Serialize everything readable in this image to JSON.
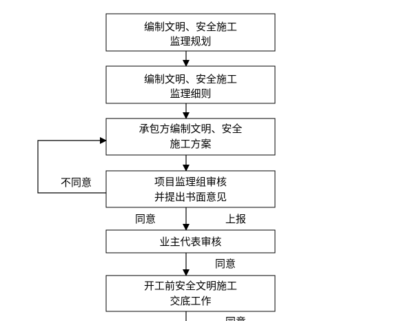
{
  "diagram": {
    "boxes": [
      {
        "id": "plan",
        "lines": [
          "编制文明、安全施工",
          "监理规划"
        ]
      },
      {
        "id": "detail",
        "lines": [
          "编制文明、安全施工",
          "监理细则"
        ]
      },
      {
        "id": "contractor",
        "lines": [
          "承包方编制文明、安全",
          "施工方案"
        ]
      },
      {
        "id": "review",
        "lines": [
          "项目监理组审核",
          "并提出书面意见"
        ]
      },
      {
        "id": "owner",
        "lines": [
          "业主代表审核"
        ]
      },
      {
        "id": "handover",
        "lines": [
          "开工前安全文明施工",
          "交底工作"
        ]
      }
    ],
    "labels": {
      "disagree": "不同意",
      "agree_1": "同意",
      "report": "上报",
      "agree_2": "同意",
      "agree_3": "同意"
    },
    "colors": {
      "stroke": "#000000",
      "fill": "#ffffff",
      "text": "#000000"
    }
  }
}
